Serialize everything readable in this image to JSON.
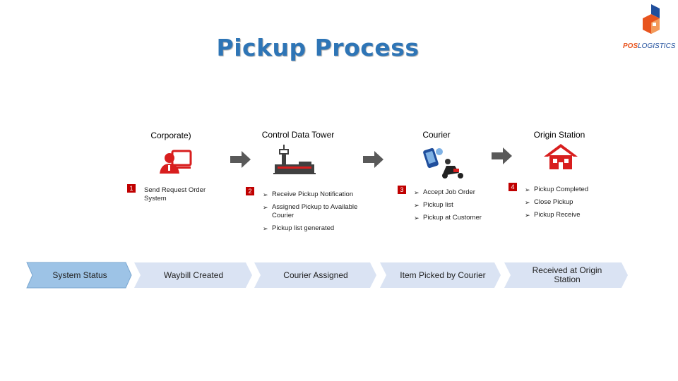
{
  "title": "Pickup Process",
  "logo": {
    "text_a": "POS",
    "text_b": "LOGISTICS",
    "brand_color": "#e8541e",
    "accent_color": "#1f4e9c"
  },
  "columns": [
    {
      "heading": "Corporate)",
      "step": "1",
      "icon": "user-computer-icon",
      "items": [
        "Send Request Order System"
      ]
    },
    {
      "heading": "Control Data Tower",
      "step": "2",
      "icon": "control-tower-icon",
      "items": [
        "Receive Pickup Notification",
        "Assigned Pickup to Available Courier",
        "Pickup list generated"
      ]
    },
    {
      "heading": "Courier",
      "step": "3",
      "icon": "courier-scooter-icon",
      "items": [
        "Accept Job Order",
        "Pickup list",
        "Pickup at Customer"
      ]
    },
    {
      "heading": "Origin Station",
      "step": "4",
      "icon": "house-icon",
      "items": [
        "Pickup Completed",
        "Close Pickup",
        "Pickup Receive"
      ]
    }
  ],
  "status_chevrons": [
    "System Status",
    "Waybill Created",
    "Courier Assigned",
    "Item Picked by Courier",
    "Received at Origin Station"
  ],
  "colors": {
    "title": "#2e75b6",
    "step_badge": "#c00000",
    "icon_red": "#d81e1e",
    "arrow": "#595959",
    "chevron_first": "#9dc3e6",
    "chevron": "#dae3f3"
  }
}
